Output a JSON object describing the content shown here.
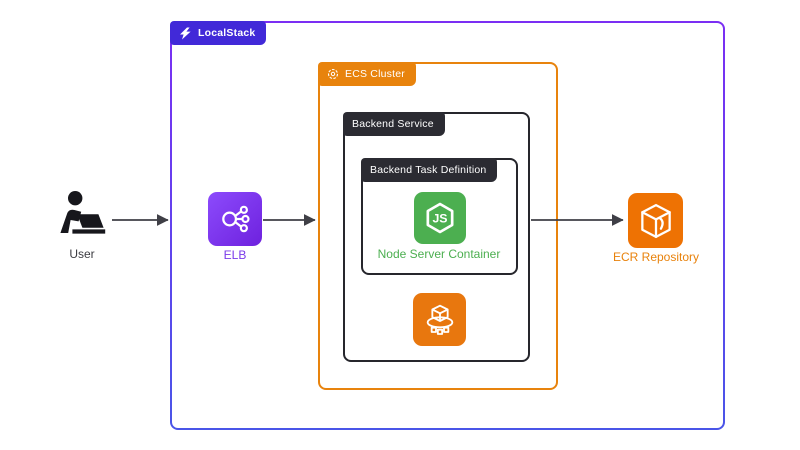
{
  "containers": {
    "localstack": {
      "label": "LocalStack"
    },
    "ecs_cluster": {
      "label": "ECS Cluster"
    },
    "backend_service": {
      "label": "Backend Service"
    },
    "backend_task_definition": {
      "label": "Backend Task Definition"
    }
  },
  "nodes": {
    "user": {
      "label": "User",
      "icon": "user-at-laptop-icon",
      "color": "#1B1B20"
    },
    "elb": {
      "label": "ELB",
      "icon": "elastic-load-balancing-icon",
      "color": "#7B3BEA"
    },
    "node_server": {
      "label": "Node Server Container",
      "icon": "nodejs-hexagon-icon",
      "color": "#4CAF50"
    },
    "ecs_service": {
      "icon": "ecs-tasks-icon",
      "color": "#E8770E"
    },
    "ecr": {
      "label": "ECR Repository",
      "icon": "ecr-repository-icon",
      "color": "#EE7203"
    }
  },
  "icons": {
    "localstack_logo": "localstack-logo-icon",
    "ecs_cluster_badge": "ecs-service-icon",
    "nodejs_text": "JS"
  },
  "edges": [
    {
      "from": "user",
      "to": "localstack-border"
    },
    {
      "from": "elb",
      "to": "ecs-cluster-border"
    },
    {
      "from": "backend-service",
      "to": "ecr"
    }
  ],
  "colors": {
    "localstack_border_top": "#7B2EF3",
    "localstack_border_bottom": "#4A55E8",
    "localstack_badge_bg": "#4129D8",
    "ecs_cluster_orange": "#E8830D",
    "dark_badge_bg": "#2B2B32",
    "dark_border": "#26262C",
    "arrow": "#3F3F46",
    "node_green": "#4CAF50",
    "elb_purple_gradient": [
      "#8C4BFC",
      "#6E21DE"
    ],
    "ecs_tile_orange": "#E8770E",
    "ecr_tile_orange": "#EE7203",
    "background": "#FFFFFF"
  }
}
